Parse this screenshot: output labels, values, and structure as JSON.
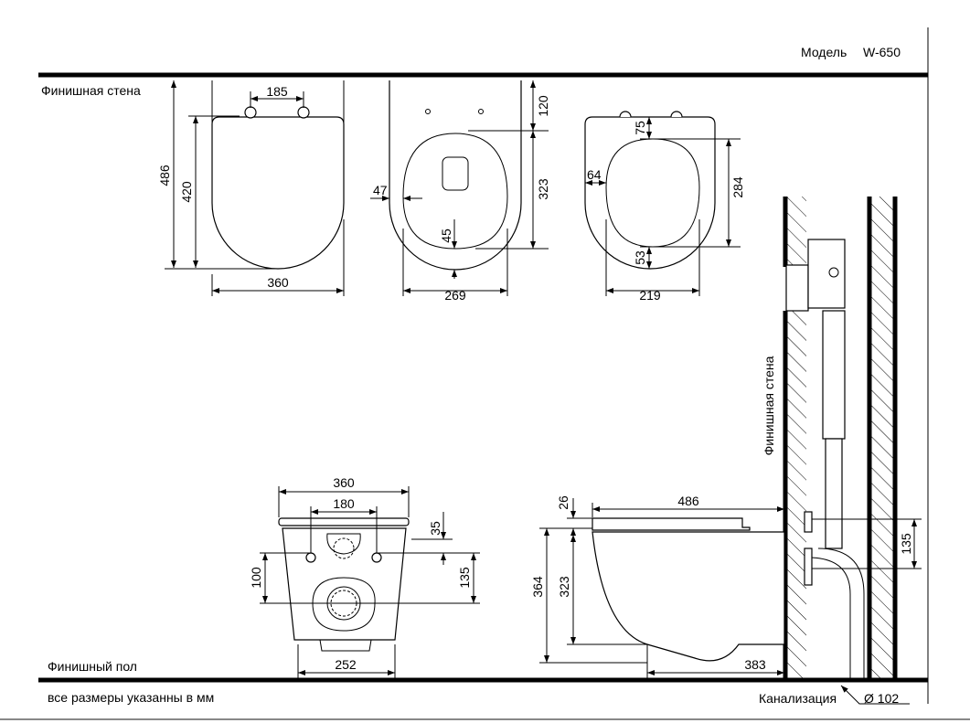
{
  "model": {
    "label": "Модель",
    "value": "W-650"
  },
  "labels": {
    "finish_wall": "Финишная стена",
    "finish_wall_side": "Финишная стена",
    "finish_floor": "Финишный пол",
    "units_note": "все размеры указанны в мм",
    "sewer": "Канализация",
    "sewer_diameter": "Ø 102"
  },
  "top_view_1": {
    "hinge_spacing": "185",
    "total_length": "486",
    "seat_length": "420",
    "width": "360"
  },
  "top_view_2": {
    "to_opening": "120",
    "opening_length": "323",
    "rim_side": "47",
    "rim_front": "45",
    "opening_width": "269"
  },
  "top_view_3": {
    "rim_back": "75",
    "rim_side": "64",
    "opening_length": "284",
    "rim_front": "53",
    "opening_width": "219"
  },
  "front_view": {
    "width": "360",
    "hole_spacing": "180",
    "top_to_hole": "35",
    "hole_to_drain": "100",
    "seat_to_drain": "135",
    "base_width": "252"
  },
  "side_view": {
    "seat_thickness": "26",
    "depth": "486",
    "height": "364",
    "bowl_height": "323",
    "outlet_offset": "383",
    "inlet_height": "135"
  }
}
